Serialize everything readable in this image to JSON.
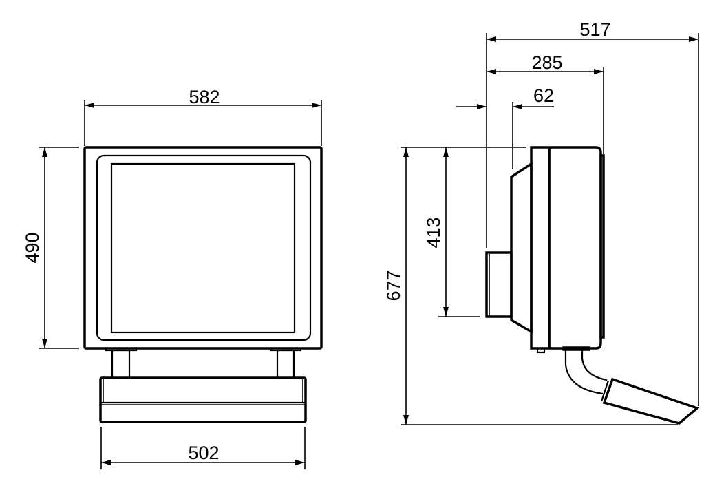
{
  "front_view": {
    "width_label": "582",
    "height_label": "490",
    "base_width_label": "502"
  },
  "side_view": {
    "overall_depth_label": "517",
    "housing_depth_label": "285",
    "bracket_offset_label": "62",
    "mount_height_label": "413",
    "overall_height_label": "677"
  },
  "colors": {
    "line": "#000000",
    "background": "#ffffff"
  }
}
